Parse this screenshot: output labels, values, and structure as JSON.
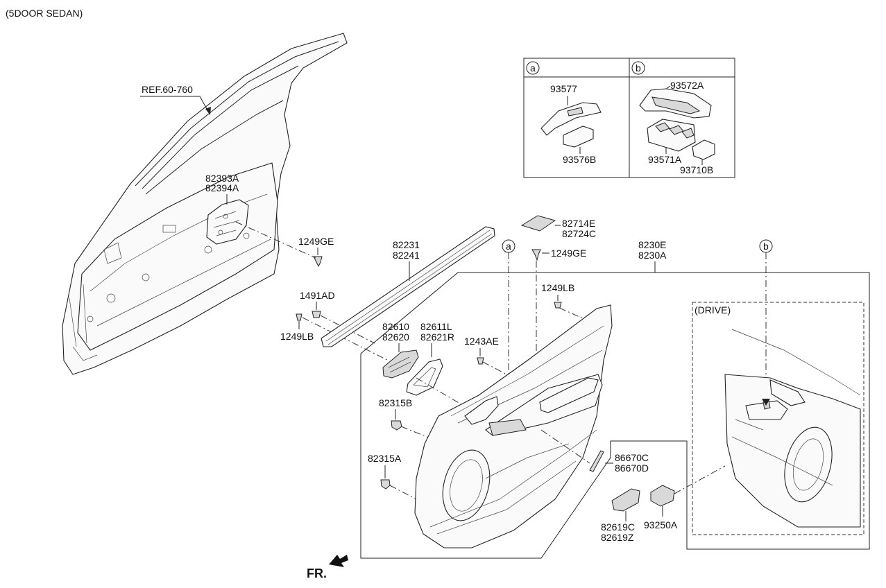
{
  "header": {
    "variant": "(5DOOR SEDAN)"
  },
  "ref": {
    "label": "REF.60-760"
  },
  "switch_table": {
    "col_a": {
      "marker": "a",
      "parts": [
        "93577",
        "93576B"
      ]
    },
    "col_b": {
      "marker": "b",
      "parts": [
        "93572A",
        "93571A",
        "93710B"
      ]
    }
  },
  "callouts": {
    "hinge_bracket": [
      "82393A",
      "82394A"
    ],
    "clip_1249ge_top": "1249GE",
    "clip_1249ge_mid": "1249GE",
    "clip_1491ad": "1491AD",
    "clip_1249lb_left": "1249LB",
    "clip_1249lb_right": "1249LB",
    "weatherstrip": [
      "82231",
      "82241"
    ],
    "pad": [
      "82714E",
      "82724C"
    ],
    "trim_panel": [
      "8230E",
      "8230A"
    ],
    "handle_housing": [
      "82610",
      "82620"
    ],
    "handle_cover": [
      "82611L",
      "82621R"
    ],
    "screw_1243ae": "1243AE",
    "fastener_82315b": "82315B",
    "fastener_82315a": "82315A",
    "marker_a": "a",
    "marker_b": "b",
    "drive": "(DRIVE)",
    "speaker_grille": [
      "86670C",
      "86670D"
    ],
    "pocket_trim": [
      "82619C",
      "82619Z"
    ],
    "switch_93250a": "93250A"
  },
  "footer": {
    "direction": "FR."
  }
}
